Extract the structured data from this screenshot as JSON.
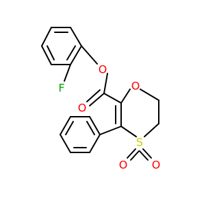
{
  "molecule": {
    "atoms": {
      "fluorine": {
        "label": "F",
        "color": "#00aa00"
      },
      "ester_oxygen": {
        "label": "O",
        "color": "#ff0000"
      },
      "carbonyl_oxygen": {
        "label": "O",
        "color": "#ff0000"
      },
      "ring_oxygen": {
        "label": "O",
        "color": "#ff0000"
      },
      "sulfur": {
        "label": "S",
        "color": "#cccc00"
      },
      "sulfonyl_oxygen_left": {
        "label": "O",
        "color": "#ff0000"
      },
      "sulfonyl_oxygen_right": {
        "label": "O",
        "color": "#ff0000"
      }
    },
    "bond_color": "#000000",
    "background": "#ffffff"
  }
}
